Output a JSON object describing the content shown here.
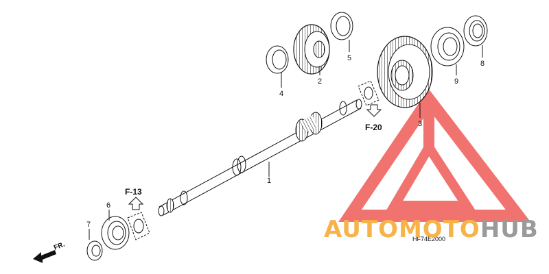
{
  "parts": [
    {
      "id": "1",
      "label": "1"
    },
    {
      "id": "2",
      "label": "2"
    },
    {
      "id": "3",
      "label": "3"
    },
    {
      "id": "4",
      "label": "4"
    },
    {
      "id": "5",
      "label": "5"
    },
    {
      "id": "6",
      "label": "6"
    },
    {
      "id": "7",
      "label": "7"
    },
    {
      "id": "8",
      "label": "8"
    },
    {
      "id": "9",
      "label": "9"
    }
  ],
  "references": {
    "f13": "F-13",
    "f20": "F-20"
  },
  "direction_label": "FR.",
  "diagram_code": "HF74E2000",
  "watermark": {
    "word_a": "AUTOMOTO",
    "word_b": "HUB",
    "color_a": "#f7b24a",
    "color_b": "#9a9a9a",
    "logo_color": "#ef5b56"
  }
}
